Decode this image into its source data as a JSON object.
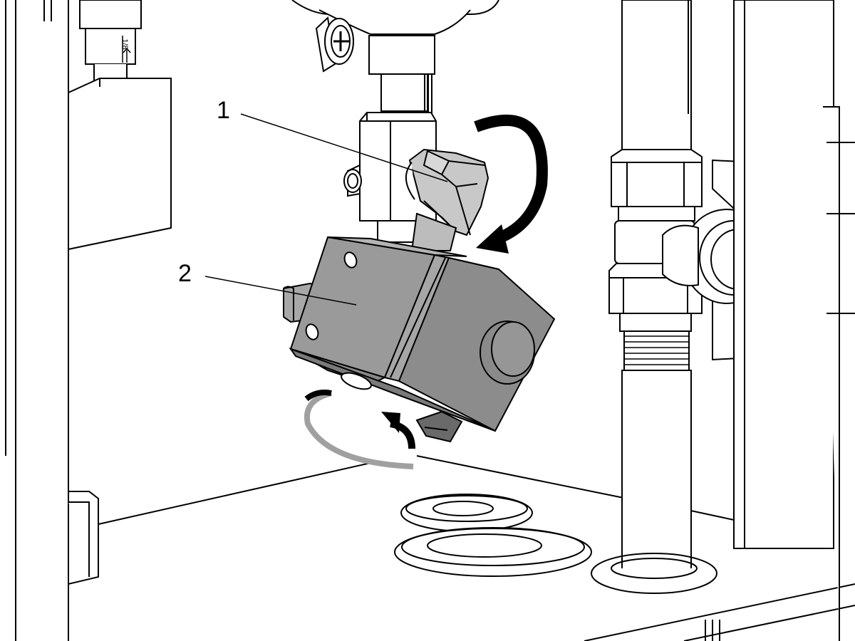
{
  "callouts": [
    {
      "id": "1",
      "label": "1"
    },
    {
      "id": "2",
      "label": "2"
    }
  ],
  "fitting_marking": "1/8",
  "colors": {
    "line": "#000000",
    "part_highlight": "#c8c8c8",
    "module_fill": "#9a9a9a",
    "module_side": "#8c8c8c",
    "module_top": "#b4b4b4",
    "motion_arrow": "#000000",
    "arc_gray": "#a0a0a0",
    "background": "#ffffff"
  },
  "icons": {
    "rotate_arrow_upper": "curved-arrow-clockwise",
    "rotate_arrow_lower": "curved-arrow-counterclockwise"
  }
}
